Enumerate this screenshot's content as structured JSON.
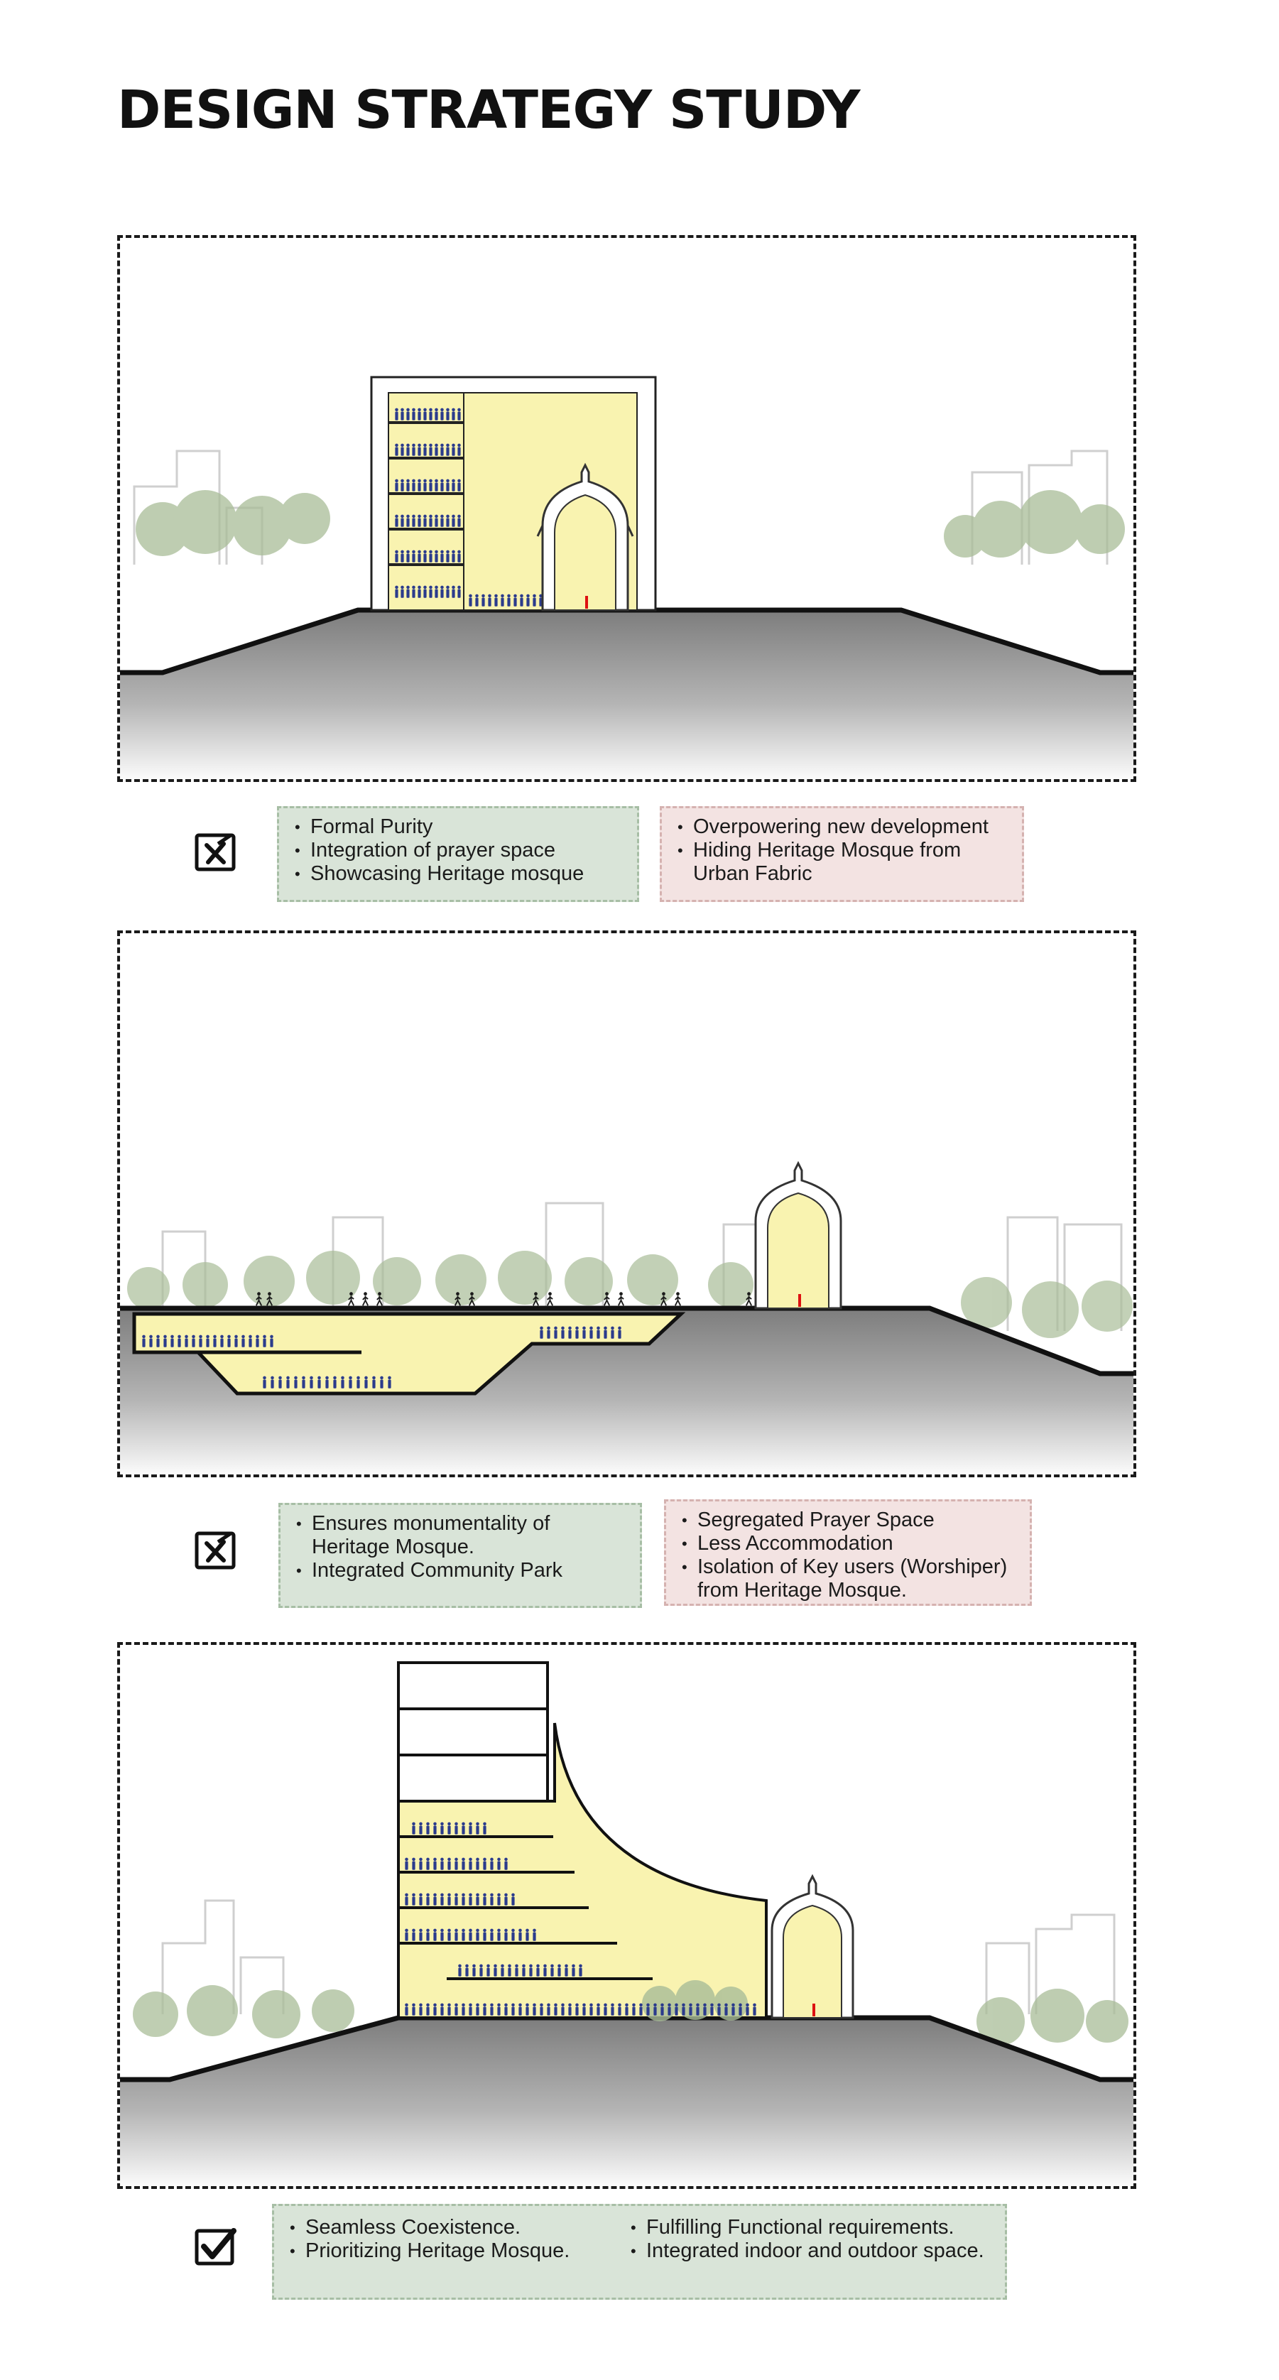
{
  "title": "DESIGN STRATEGY STUDY",
  "colors": {
    "fill_yellow": "#f9f3b0",
    "ground": "#8e8e8e",
    "pros_bg": "#d9e4d8",
    "cons_bg": "#f3e3e2",
    "tree": "#a9bd98"
  },
  "options": [
    {
      "name": "option-1",
      "status_icon": "rejected-checkbox-icon",
      "pros": [
        "Formal Purity",
        "Integration of prayer space",
        "Showcasing Heritage mosque"
      ],
      "cons": [
        "Overpowering new development",
        "Hiding Heritage Mosque from Urban Fabric"
      ]
    },
    {
      "name": "option-2",
      "status_icon": "rejected-checkbox-icon",
      "pros": [
        "Ensures monumentality of Heritage Mosque.",
        "Integrated Community Park"
      ],
      "cons": [
        "Segregated Prayer Space",
        "Less Accommodation",
        "Isolation of Key users (Worshiper) from Heritage Mosque."
      ]
    },
    {
      "name": "option-3",
      "status_icon": "approved-checkbox-icon",
      "pros_left": [
        "Seamless Coexistence.",
        "Prioritizing Heritage Mosque."
      ],
      "pros_right": [
        "Fulfilling Functional requirements.",
        "Integrated indoor and outdoor space."
      ]
    }
  ]
}
